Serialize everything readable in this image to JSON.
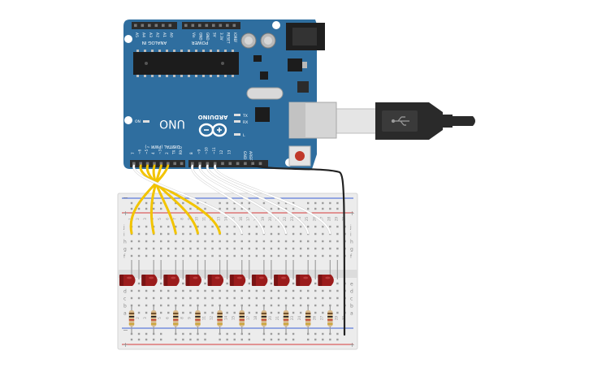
{
  "board": {
    "model": "UNO",
    "brand": "ARDUINO",
    "analog_label": "ANALOG IN",
    "power_label": "POWER",
    "digital_label": "DIGITAL (PWM ~)",
    "on_label": "ON",
    "tx_label": "TX",
    "rx_label": "RX",
    "l_label": "L",
    "aref_label": "AREF",
    "gnd_label": "GND",
    "analog_pins": [
      "A5",
      "A4",
      "A3",
      "A2",
      "A1",
      "A0"
    ],
    "power_pins": [
      "Vin",
      "GND",
      "GND",
      "5V",
      "3.3V",
      "RESET",
      "IOREF"
    ],
    "digital_pins": [
      "RX 0",
      "TX 1",
      "2",
      "~3",
      "4",
      "~5",
      "~6",
      "7",
      "8",
      "~9",
      "~10",
      "~11",
      "12",
      "13"
    ],
    "colors": {
      "pcb": "#2f6e9f",
      "header": "#2b2b2b",
      "usb": "#cfd0d0",
      "reset": "#c0392b"
    }
  },
  "breadboard": {
    "rows_top": [
      "j",
      "i",
      "h",
      "g",
      "f"
    ],
    "rows_bottom": [
      "e",
      "d",
      "c",
      "b",
      "a"
    ],
    "column_numbers": [
      "1",
      "2",
      "3",
      "4",
      "5",
      "6",
      "7",
      "8",
      "9",
      "10",
      "11",
      "12",
      "13",
      "14",
      "15",
      "16",
      "17",
      "18",
      "19",
      "20",
      "21",
      "22",
      "23",
      "24",
      "25",
      "26",
      "27",
      "28",
      "29",
      "30"
    ],
    "rail_plus": "+",
    "rail_minus": "−",
    "colors": {
      "body": "#ececec",
      "hole": "#9c9c9c",
      "rail_red": "#d63a3a",
      "rail_blue": "#3a5fd6"
    }
  },
  "components": {
    "led_count": 10,
    "resistor_count": 10,
    "led_color": "#9b1c1c",
    "resistor_color": "#d8b98a",
    "wire_colors": {
      "yellow": "#f2c400",
      "white": "#ffffff",
      "black": "#222222"
    },
    "wires": [
      {
        "pin": "2",
        "color": "yellow"
      },
      {
        "pin": "~3",
        "color": "yellow"
      },
      {
        "pin": "4",
        "color": "yellow"
      },
      {
        "pin": "~5",
        "color": "yellow"
      },
      {
        "pin": "~6",
        "color": "yellow"
      },
      {
        "pin": "7",
        "color": "white"
      },
      {
        "pin": "8",
        "color": "white"
      },
      {
        "pin": "~9",
        "color": "white"
      },
      {
        "pin": "~10",
        "color": "white"
      },
      {
        "pin": "~11",
        "color": "white"
      },
      {
        "pin": "GND",
        "color": "black"
      }
    ]
  },
  "usb_cable": {
    "color": "#2a2a2a"
  }
}
